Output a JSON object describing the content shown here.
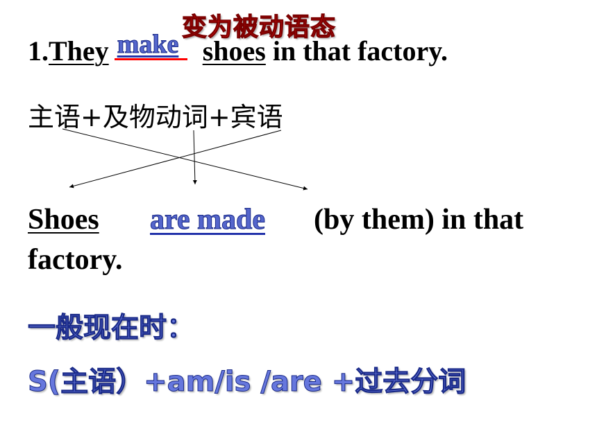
{
  "slide": {
    "title": "变为被动语态",
    "active_sentence": {
      "number": "1.",
      "subject": "They",
      "verb": "make",
      "object": "shoes",
      "rest": "in  that factory."
    },
    "structure": "主语+及物动词+宾语",
    "passive_sentence": {
      "subject": "Shoes",
      "verb": "are made",
      "rest": "(by them) in that",
      "rest_line2": "factory."
    },
    "tense_label": "一般现在时：",
    "formula": "S(主语）+am/is /are  +过去分词"
  },
  "colors": {
    "title": "#ee1111",
    "answer": "#5566cc",
    "blank_underline": "#ff0000"
  }
}
